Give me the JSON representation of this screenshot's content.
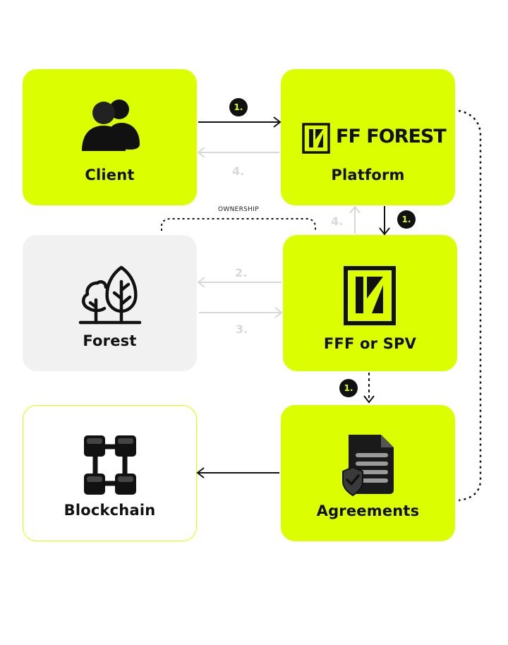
{
  "nodes": {
    "client": {
      "label": "Client"
    },
    "platform": {
      "label": "Platform",
      "brand": "FF FOREST"
    },
    "forest": {
      "label": "Forest"
    },
    "fff": {
      "label": "FFF or SPV"
    },
    "blockchain": {
      "label": "Blockchain"
    },
    "agreements": {
      "label": "Agreements"
    }
  },
  "edges": {
    "client_to_platform": "1.",
    "platform_to_client": "4.",
    "platform_to_fff": "1.",
    "fff_to_platform": "4.",
    "fff_to_forest": "2.",
    "forest_to_fff": "3.",
    "fff_to_agreements": "1.",
    "ownership": "OWNERSHIP"
  },
  "colors": {
    "accent": "#dcff00",
    "card_grey": "#f1f1f1",
    "text": "#111111",
    "muted": "#d8d8d8"
  }
}
